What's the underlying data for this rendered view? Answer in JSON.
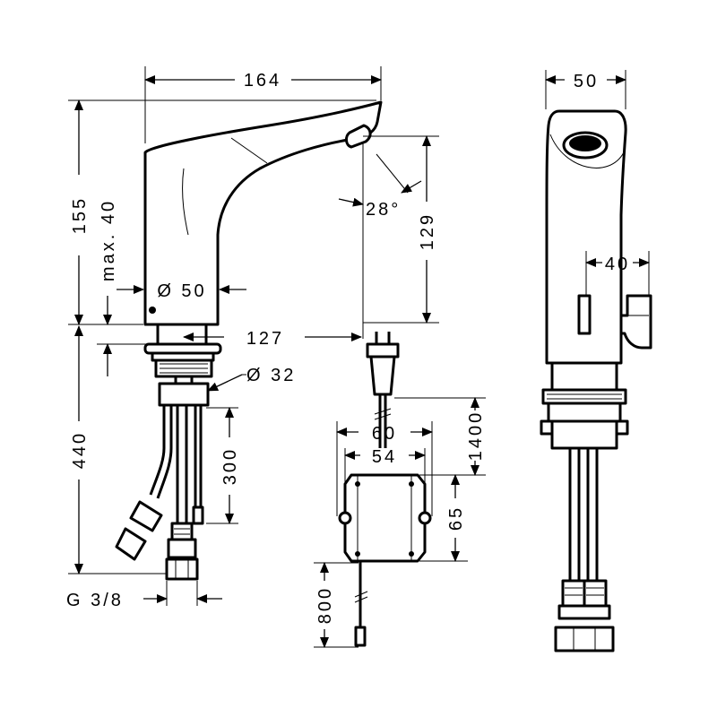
{
  "dimensions": {
    "width_164": "164",
    "height_155": "155",
    "max_40": "max. 40",
    "dia_50": "Ø 50",
    "reach_127": "127",
    "dia_32": "Ø 32",
    "angle_28": "28°",
    "height_129": "129",
    "depth_440": "440",
    "hose_300": "300",
    "thread": "G 3/8",
    "box_60": "60",
    "box_54": "54",
    "box_65": "65",
    "cable_1400": "1400",
    "cable_800": "800",
    "side_50": "50",
    "side_40": "40"
  }
}
